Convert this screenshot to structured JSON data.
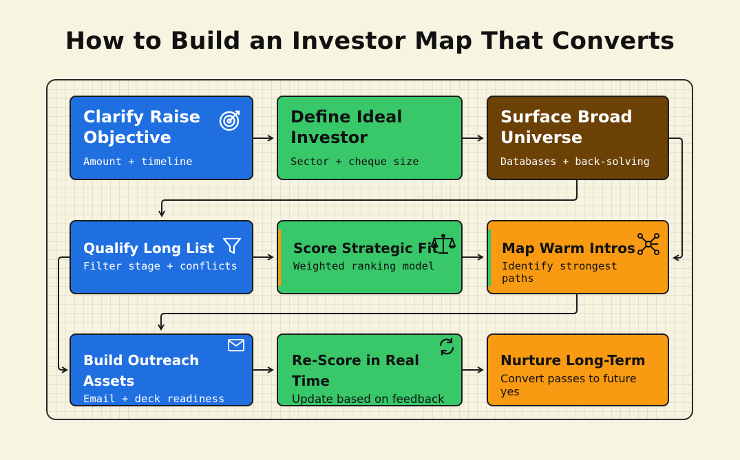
{
  "title": "How to Build an Investor Map That Converts",
  "steps": [
    {
      "heading_1": "Clarify Raise",
      "heading_2": "Objective",
      "subtitle": "Amount + timeline",
      "icon": "target-icon"
    },
    {
      "heading_1": "Define Ideal",
      "heading_2": "Investor",
      "subtitle": "Sector + cheque size",
      "icon": ""
    },
    {
      "heading_1": "Surface Broad",
      "heading_2": "Universe",
      "subtitle": "Databases + back-solving",
      "icon": ""
    },
    {
      "heading": "Qualify Long List",
      "subtitle": "Filter stage + conflicts",
      "icon": "filter-icon"
    },
    {
      "heading": "Score Strategic Fit",
      "subtitle": "Weighted ranking model",
      "icon": "scale-icon"
    },
    {
      "heading": "Map Warm Intros",
      "subtitle": "Identify strongest paths",
      "icon": "network-icon"
    },
    {
      "heading": "Build Outreach Assets",
      "subtitle": "Email + deck readiness",
      "icon": "mail-icon"
    },
    {
      "heading": "Re-Score in Real Time",
      "subtitle": "Update based on feedback",
      "icon": "refresh-icon"
    },
    {
      "heading": "Nurture Long-Term",
      "subtitle": "Convert passes to future yes",
      "icon": ""
    }
  ],
  "colors": {
    "blue": "#1f6fe0",
    "green": "#38c86a",
    "brown": "#6b4106",
    "orange": "#f89a12",
    "background": "#f8f4e2"
  }
}
